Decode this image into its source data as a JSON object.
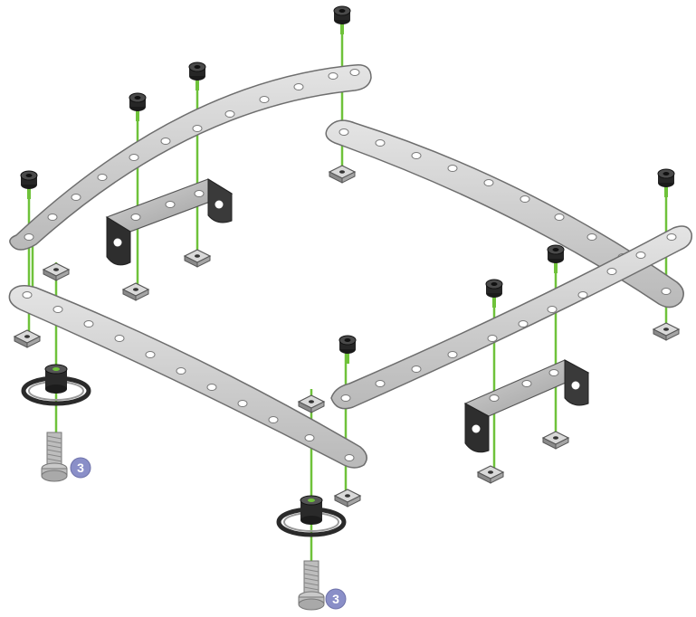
{
  "colors": {
    "background": "#ffffff",
    "strip_fill": "#cfcfcf",
    "strip_edge": "#6e6e6e",
    "hole_fill": "#ffffff",
    "guide_line": "#6fc23a",
    "screw_head": "#262626",
    "nut_fill": "#d9d9d9",
    "bolt_fill": "#bdbdbd",
    "bracket_fill": "#bfbfbf",
    "bracket_dark": "#333333",
    "callout_fill": "#8a8fc8"
  },
  "parts": {
    "long_strip_icon": "curved-perforated-strip",
    "screw_icon": "cap-screw",
    "nut_icon": "square-nut",
    "bracket_icon": "u-bracket",
    "wheel_icon": "caster-wheel",
    "bolt_icon": "long-bolt"
  },
  "callouts": [
    {
      "label": "3"
    },
    {
      "label": "3"
    }
  ]
}
